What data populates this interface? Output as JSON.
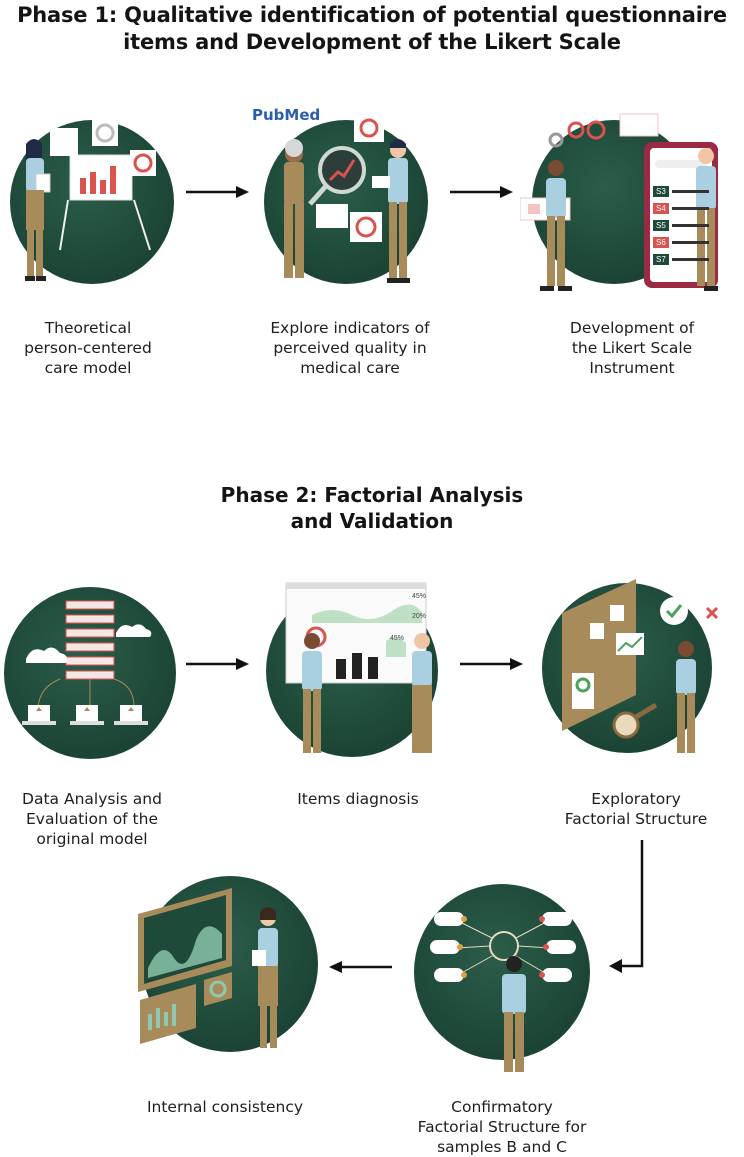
{
  "phase1": {
    "title_line1": "Phase 1: Qualitative identification of potential questionnaire",
    "title_line2": "items and Development of the Likert Scale",
    "steps": [
      {
        "label_lines": [
          "Theoretical",
          "person-centered",
          "care model"
        ],
        "icon": "presentation-illustration"
      },
      {
        "label_lines": [
          "Explore indicators of",
          "perceived quality in",
          "medical care"
        ],
        "icon": "pubmed-research-illustration",
        "logo": "PubMed"
      },
      {
        "label_lines": [
          "Development of",
          "the Likert Scale",
          "Instrument"
        ],
        "icon": "likert-app-illustration",
        "scale_items": [
          "S3",
          "S4",
          "S5",
          "S6",
          "S7"
        ]
      }
    ]
  },
  "phase2": {
    "title_line1": "Phase 2: Factorial Analysis",
    "title_line2": "and Validation",
    "steps": [
      {
        "label_lines": [
          "Data Analysis and",
          "Evaluation of the",
          "original model"
        ],
        "icon": "data-servers-illustration"
      },
      {
        "label_lines": [
          "Items diagnosis"
        ],
        "icon": "dashboard-illustration",
        "chart_readouts": [
          "45%",
          "20%",
          "45%"
        ]
      },
      {
        "label_lines": [
          "Exploratory",
          "Factorial Structure"
        ],
        "icon": "exploratory-board-illustration"
      },
      {
        "label_lines": [
          "Confirmatory",
          "Factorial Structure for",
          "samples B and C"
        ],
        "icon": "network-illustration"
      },
      {
        "label_lines": [
          "Internal consistency"
        ],
        "icon": "consistency-illustration"
      }
    ]
  },
  "colors": {
    "circle": "#1f4a3a",
    "accent_red": "#d9534f",
    "skin_khaki": "#a88b5a",
    "shirt_blue": "#a9cfe0",
    "arrow": "#111111"
  }
}
